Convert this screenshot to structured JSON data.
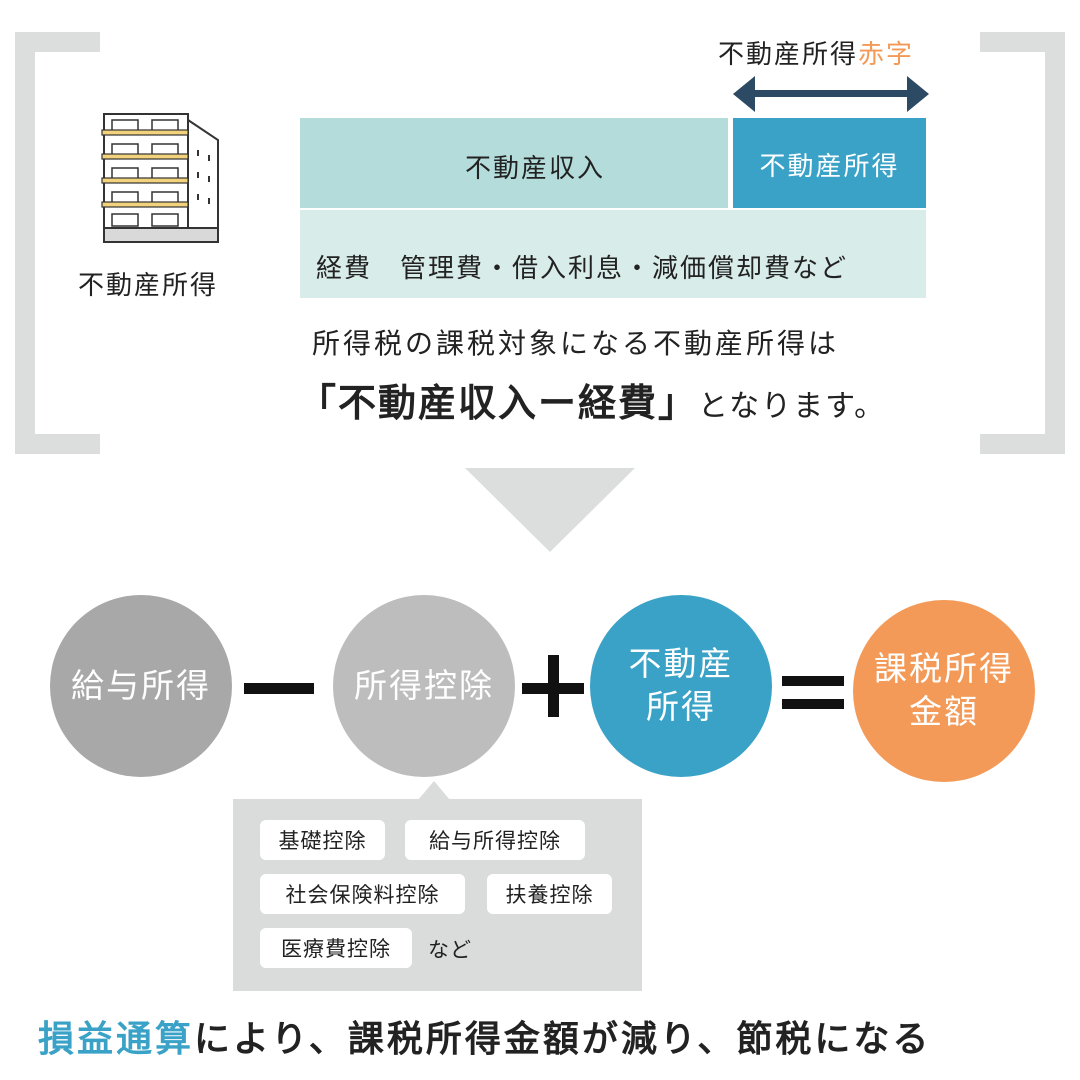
{
  "top": {
    "building_caption": "不動産所得",
    "deficit_label": "不動産所得",
    "deficit_word": "赤字",
    "income_label": "不動産収入",
    "profit_label": "不動産所得",
    "expense_label": "経費　管理費・借入利息・減価償却費など",
    "explain_line1": "所得税の課税対象になる不動産所得は",
    "explain_formula": "「不動産収入ー経費」",
    "explain_suffix": "となります。"
  },
  "formula": {
    "salary": "給与所得",
    "minus": "ー",
    "deduction": "所得控除",
    "plus": "＋",
    "realestate_line1": "不動産",
    "realestate_line2": "所得",
    "equals": "＝",
    "taxable_line1": "課税所得",
    "taxable_line2": "金額"
  },
  "deductions": {
    "items": [
      "基礎控除",
      "給与所得控除",
      "社会保険料控除",
      "扶養控除",
      "医療費控除"
    ],
    "etc": "など"
  },
  "footer": {
    "highlight": "損益通算",
    "rest": "により、課税所得金額が減り、節税になる"
  },
  "colors": {
    "bracket": "#dcdedd",
    "navy": "#2c4a63",
    "orange": "#f39a58",
    "blue": "#3aa2c6",
    "gray_dark": "#a8a8a8",
    "gray_light": "#bdbdbd",
    "income": "#b4dcdb",
    "expense": "#d8ecea"
  },
  "icons": {
    "building": "apartment-building-icon",
    "down_arrow": "down-triangle-icon",
    "double_arrow": "double-arrow-icon"
  }
}
